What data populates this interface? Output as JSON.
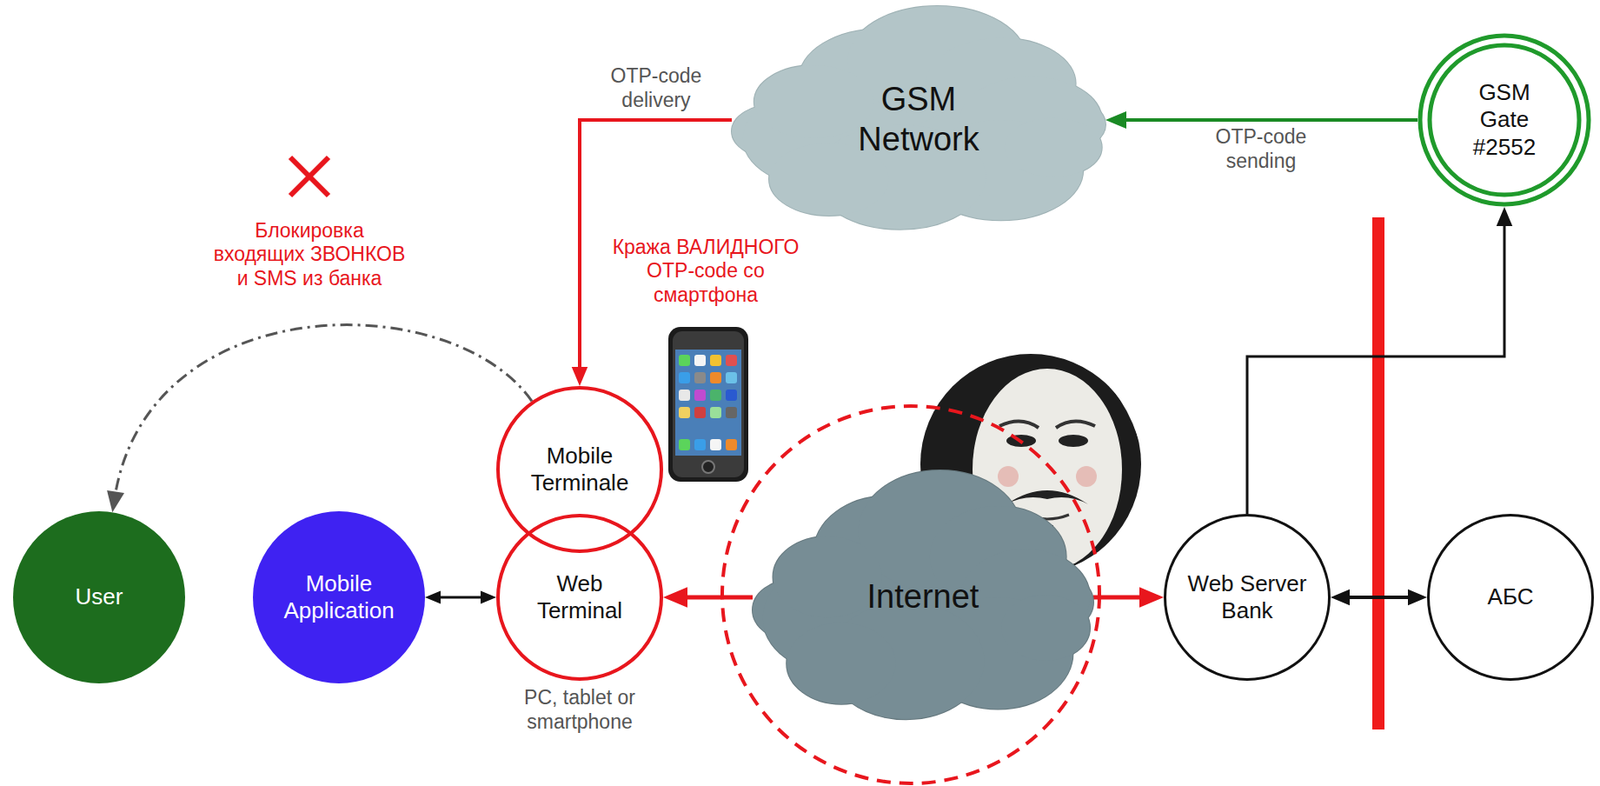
{
  "diagram": {
    "nodes": [
      {
        "text": [
          "GSM Network"
        ]
      },
      {
        "text": [
          "GSM Gate #2552"
        ]
      },
      {
        "text": [
          "Mobile Terminale"
        ]
      },
      {
        "text": [
          "User"
        ]
      },
      {
        "text": [
          "Mobile Application"
        ]
      },
      {
        "text": [
          "Web Terminal",
          "PC, tablet or smartphone"
        ]
      },
      {
        "text": [
          "Internet"
        ]
      },
      {
        "text": [
          "Web Server Bank"
        ]
      },
      {
        "text": [
          "АБС"
        ]
      }
    ],
    "edges": [
      {
        "from": 1,
        "to": 0,
        "arrow": "to",
        "label": "OTP-code sending"
      },
      {
        "from": 0,
        "to": 2,
        "arrow": "to",
        "label": "OTP-code delivery"
      },
      {
        "from": 2,
        "to": 3,
        "arrow": "to",
        "label": "Блокировка входящих ЗВОНКОВ и SMS из банка"
      },
      {
        "from": 4,
        "to": 5,
        "arrow": "both"
      },
      {
        "from": 6,
        "to": 5,
        "arrow": "to"
      },
      {
        "from": 6,
        "to": 7,
        "arrow": "to"
      },
      {
        "from": 7,
        "to": 8,
        "arrow": "both"
      },
      {
        "from": 7,
        "to": 1,
        "arrow": "to"
      }
    ],
    "labels": [
      "Кража ВАЛИДНОГО OTP-code со смартфона"
    ]
  }
}
